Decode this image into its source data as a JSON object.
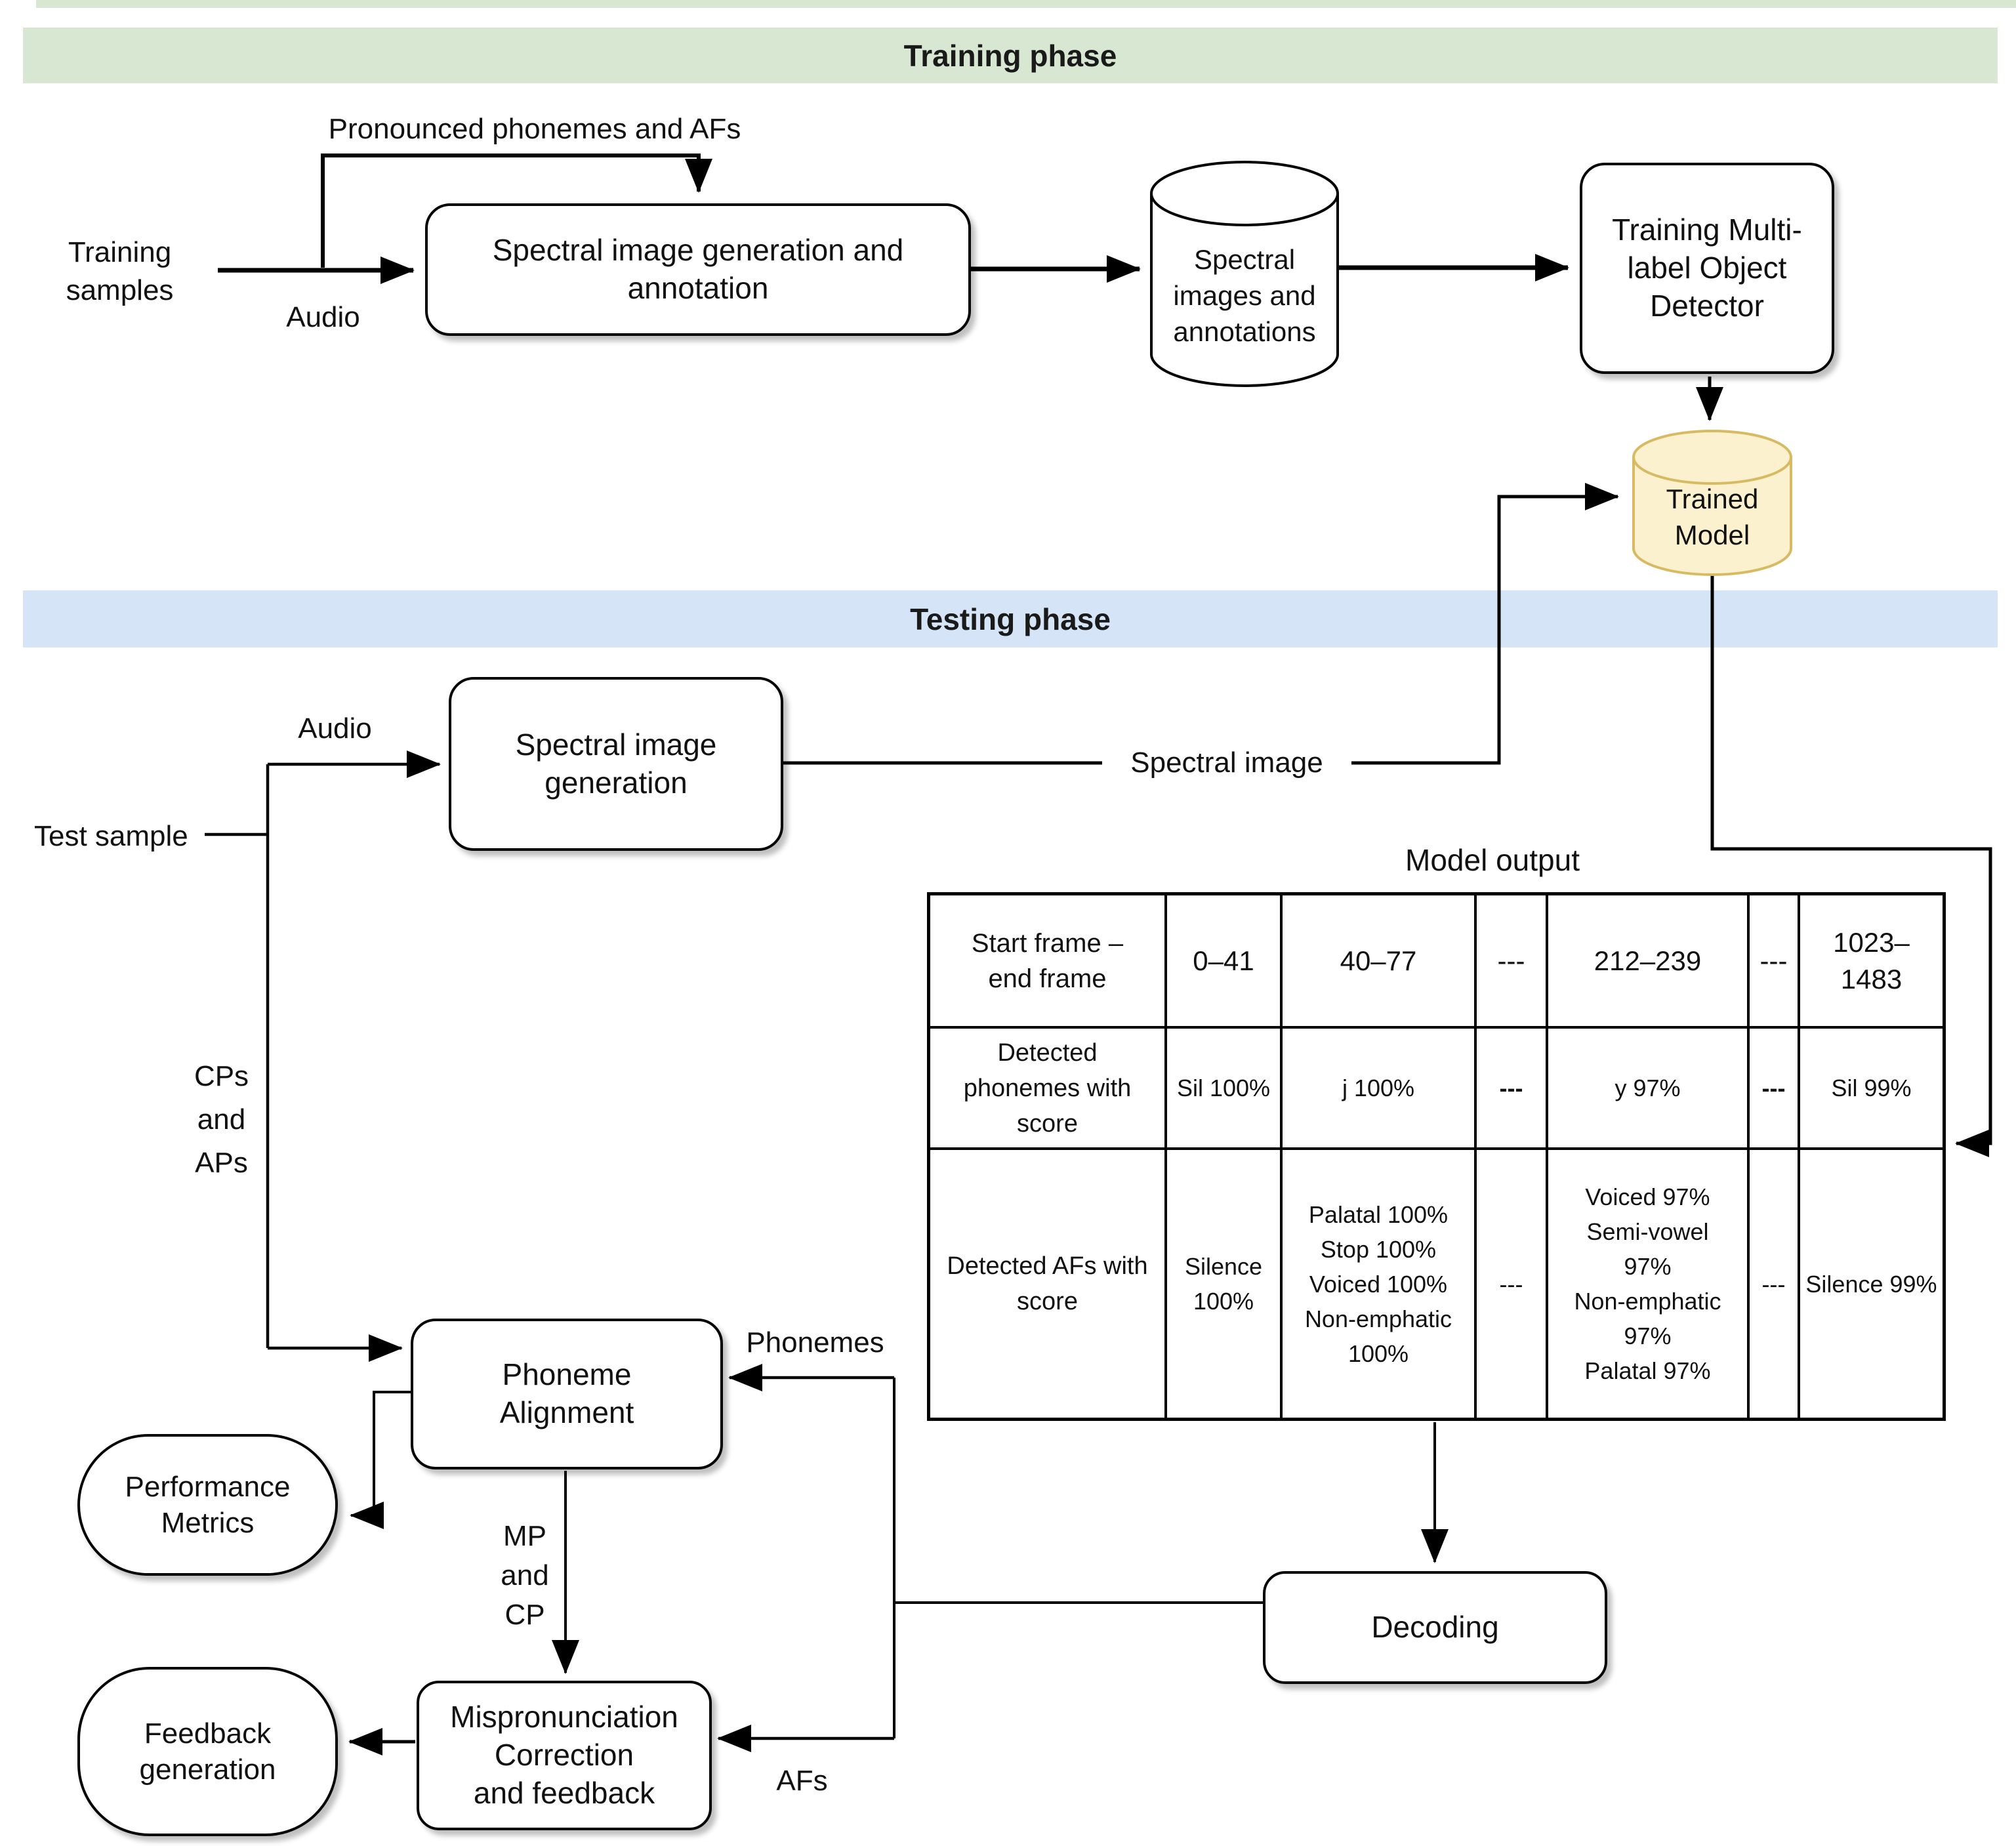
{
  "banners": {
    "training": "Training phase",
    "testing": "Testing phase"
  },
  "colors": {
    "training_banner": "#d8e7d1",
    "testing_banner": "#d5e4f6",
    "trained_model_fill": "#fbf1ce",
    "trained_model_stroke": "#d8ba62",
    "line": "#000000"
  },
  "nodes": {
    "training_samples": "Training\nsamples",
    "spectral_gen_annotation": "Spectral image generation and\nannotation",
    "spectral_db": "Spectral\nimages and\nannotations",
    "object_detector": "Training Multi-\nlabel Object\nDetector",
    "trained_model": "Trained\nModel",
    "spectral_gen": "Spectral image\ngeneration",
    "test_sample": "Test sample",
    "phoneme_alignment": "Phoneme\nAlignment",
    "performance_metrics": "Performance\nMetrics",
    "decoding": "Decoding",
    "mispronunciation": "Mispronunciation\nCorrection\nand feedback",
    "feedback_generation": "Feedback\ngeneration"
  },
  "labels": {
    "pronounced": "Pronounced phonemes and AFs",
    "audio_training": "Audio",
    "audio_testing": "Audio",
    "spectral_image": "Spectral image",
    "model_output": "Model output",
    "cps_aps": "CPs\nand\nAPs",
    "phonemes": "Phonemes",
    "mp_cp": "MP\nand\nCP",
    "afs": "AFs"
  },
  "model_output_table": {
    "title": "Model output",
    "rows": [
      {
        "cells": [
          "Start frame –\nend frame",
          "0–41",
          "40–77",
          "---",
          "212–239",
          "---",
          "1023–\n1483"
        ]
      },
      {
        "cells": [
          "Detected\nphonemes with\nscore",
          "Sil 100%",
          "j  100%",
          "---",
          "y 97%",
          "---",
          "Sil 99%"
        ]
      },
      {
        "cells": [
          "Detected AFs with\nscore",
          "Silence\n100%",
          "Palatal  100%\nStop  100%\nVoiced  100%\nNon-emphatic\n100%",
          "---",
          "Voiced  97%\nSemi-vowel\n97%\nNon-emphatic\n97%\nPalatal  97%",
          "---",
          "Silence 99%"
        ]
      }
    ]
  }
}
